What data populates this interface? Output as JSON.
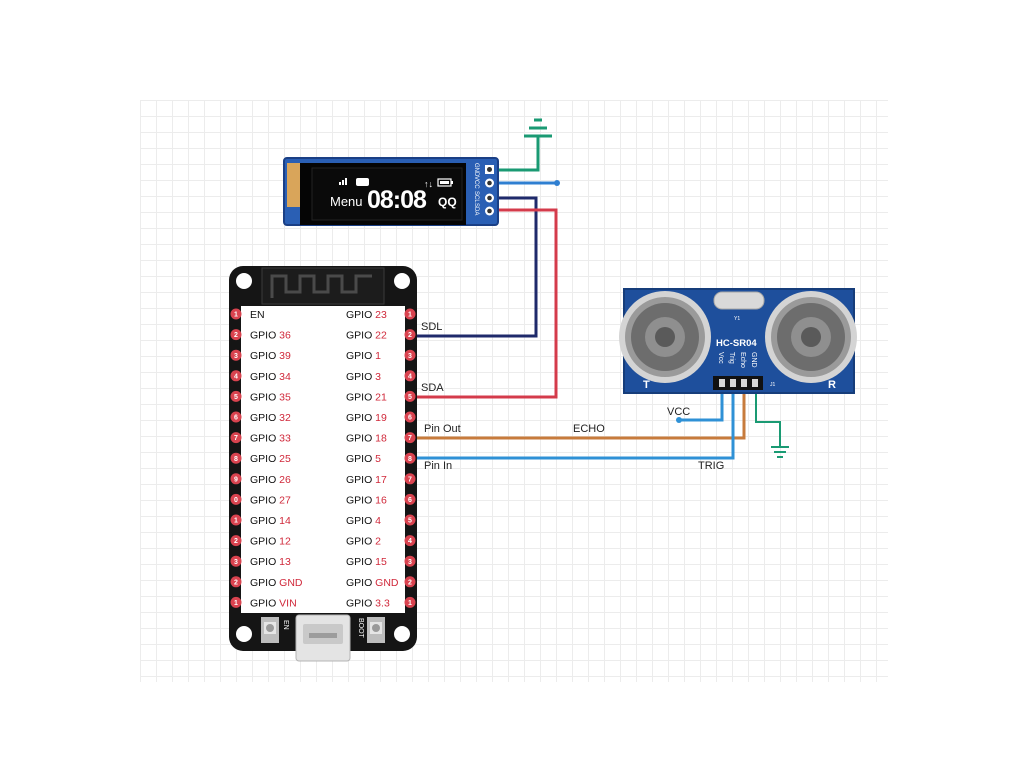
{
  "oled": {
    "time": "08:08",
    "menu": "Menu",
    "qq": "QQ",
    "arrows": "↑↓",
    "pins": [
      "GND",
      "VCC",
      "SCL",
      "SDA"
    ]
  },
  "esp32": {
    "left_pins": [
      {
        "num": "1",
        "name": "EN",
        "sub": ""
      },
      {
        "num": "2",
        "name": "GPIO",
        "sub": "36"
      },
      {
        "num": "3",
        "name": "GPIO",
        "sub": "39"
      },
      {
        "num": "4",
        "name": "GPIO",
        "sub": "34"
      },
      {
        "num": "5",
        "name": "GPIO",
        "sub": "35"
      },
      {
        "num": "6",
        "name": "GPIO",
        "sub": "32"
      },
      {
        "num": "7",
        "name": "GPIO",
        "sub": "33"
      },
      {
        "num": "8",
        "name": "GPIO",
        "sub": "25"
      },
      {
        "num": "9",
        "name": "GPIO",
        "sub": "26"
      },
      {
        "num": "0",
        "name": "GPIO",
        "sub": "27"
      },
      {
        "num": "1",
        "name": "GPIO",
        "sub": "14"
      },
      {
        "num": "2",
        "name": "GPIO",
        "sub": "12"
      },
      {
        "num": "3",
        "name": "GPIO",
        "sub": "13"
      },
      {
        "num": "2",
        "name": "GPIO",
        "sub": "GND"
      },
      {
        "num": "1",
        "name": "GPIO",
        "sub": "VIN"
      }
    ],
    "right_pins": [
      {
        "num": "1",
        "name": "GPIO",
        "sub": "23"
      },
      {
        "num": "2",
        "name": "GPIO",
        "sub": "22"
      },
      {
        "num": "3",
        "name": "GPIO",
        "sub": "1"
      },
      {
        "num": "4",
        "name": "GPIO",
        "sub": "3"
      },
      {
        "num": "5",
        "name": "GPIO",
        "sub": "21"
      },
      {
        "num": "6",
        "name": "GPIO",
        "sub": "19"
      },
      {
        "num": "7",
        "name": "GPIO",
        "sub": "18"
      },
      {
        "num": "8",
        "name": "GPIO",
        "sub": "5"
      },
      {
        "num": "7",
        "name": "GPIO",
        "sub": "17"
      },
      {
        "num": "6",
        "name": "GPIO",
        "sub": "16"
      },
      {
        "num": "5",
        "name": "GPIO",
        "sub": "4"
      },
      {
        "num": "4",
        "name": "GPIO",
        "sub": "2"
      },
      {
        "num": "3",
        "name": "GPIO",
        "sub": "15"
      },
      {
        "num": "2",
        "name": "GPIO",
        "sub": "GND"
      },
      {
        "num": "1",
        "name": "GPIO",
        "sub": "3.3"
      }
    ],
    "en_label": "EN",
    "boot_label": "BOOT"
  },
  "sensor": {
    "model": "HC-SR04",
    "left_label": "T",
    "right_label": "R",
    "crystal_label": "Y1",
    "j1_label": "J1",
    "pins": [
      "Vcc",
      "Trig",
      "Echo",
      "GND"
    ]
  },
  "wires": {
    "sdl": "SDL",
    "sda": "SDA",
    "pin_out": "Pin Out",
    "pin_in": "Pin In",
    "echo": "ECHO",
    "trig": "TRIG",
    "vcc": "VCC"
  },
  "colors": {
    "gnd_wire": "#1a9a73",
    "vcc_wire": "#2f7fd1",
    "scl_wire": "#1f2a6b",
    "sda_wire": "#d43b4b",
    "echo_wire": "#c77b3c",
    "trig_wire": "#2f91d6",
    "pin_label": "#d0283a",
    "board": "#151515",
    "sensor_pcb": "#1e4f9c"
  }
}
